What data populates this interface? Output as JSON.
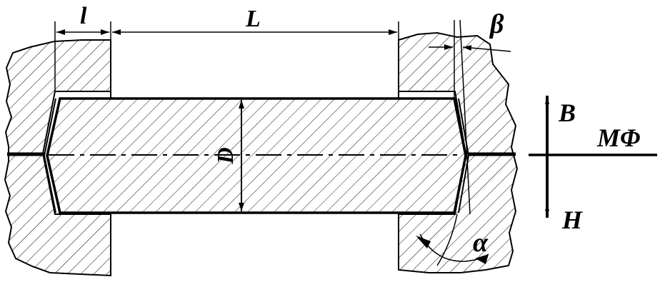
{
  "colors": {
    "line": "#000000",
    "background": "#ffffff"
  },
  "labels": {
    "l": "l",
    "L": "L",
    "beta": "β",
    "D": "D",
    "B": "B",
    "H": "H",
    "MF": "MΦ",
    "alpha": "α"
  }
}
